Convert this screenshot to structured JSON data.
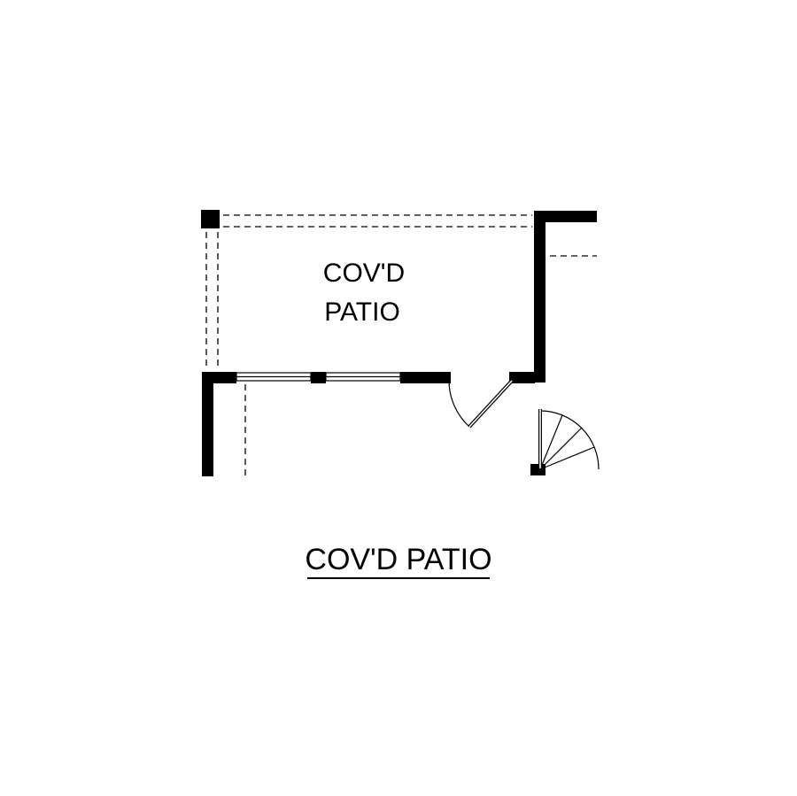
{
  "page": {
    "background_color": "#ffffff",
    "line_color": "#000000"
  },
  "plan": {
    "room_label": {
      "line1": "COV'D",
      "line2": "PATIO"
    }
  },
  "caption": {
    "text": "COV'D PATIO"
  }
}
